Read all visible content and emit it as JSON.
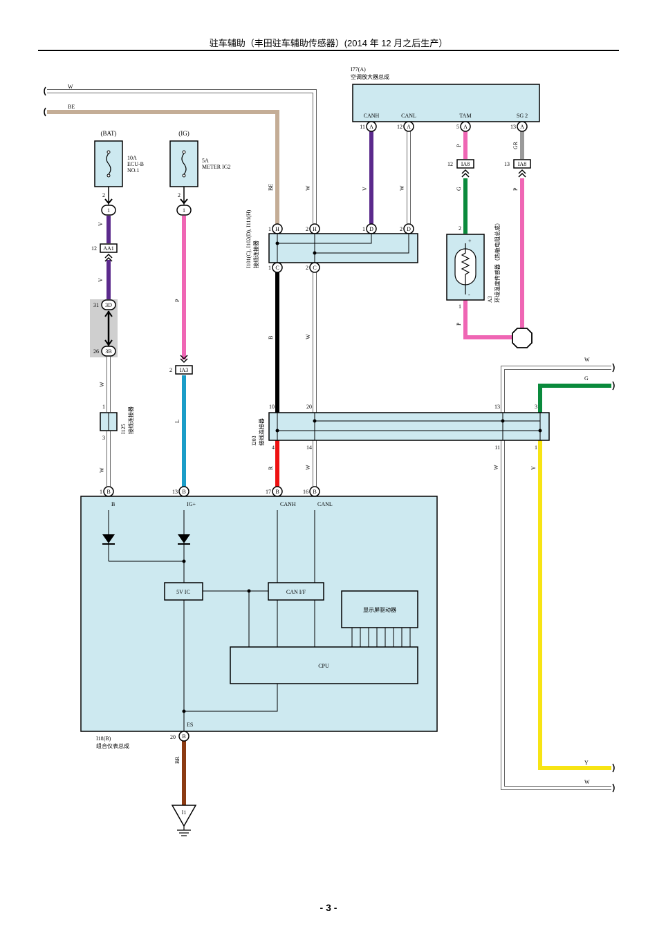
{
  "header": {
    "title": "驻车辅助（丰田驻车辅助传感器）(2014 年 12 月之后生产）"
  },
  "footer": {
    "page_number": "- 3 -"
  },
  "incoming_wires": {
    "top_w": "W",
    "top_be": "BE"
  },
  "fuses": {
    "bat": {
      "source": "(BAT)",
      "rating": "10A",
      "name1": "ECU-B",
      "name2": "NO.1",
      "pin": "2",
      "terminal": "1"
    },
    "ig": {
      "source": "(IG)",
      "rating": "5A",
      "name": "METER IG2",
      "pin": "2",
      "terminal": "1"
    }
  },
  "ac_amplifier": {
    "code": "I77(A)",
    "name": "空调放大器总成",
    "pins": [
      {
        "label": "CANH",
        "num": "11",
        "conn": "A"
      },
      {
        "label": "CANL",
        "num": "12",
        "conn": "A"
      },
      {
        "label": "TAM",
        "num": "5",
        "conn": "A"
      },
      {
        "label": "SG 2",
        "num": "13",
        "conn": "A"
      }
    ]
  },
  "junction_top": {
    "code": "I101(C), I102(D), I111(H)",
    "name": "接线连接器",
    "pins_top": [
      {
        "num": "1",
        "conn": "H"
      },
      {
        "num": "2",
        "conn": "H"
      },
      {
        "num": "1",
        "conn": "D"
      },
      {
        "num": "2",
        "conn": "D"
      }
    ],
    "pins_bottom": [
      {
        "num": "1",
        "conn": "C"
      },
      {
        "num": "2",
        "conn": "C"
      }
    ]
  },
  "connectors": {
    "aa1": {
      "name": "AA1",
      "pin": "12"
    },
    "ia3": {
      "name": "IA3",
      "pin": "2"
    },
    "ia8a": {
      "name": "IA8",
      "pin": "12"
    },
    "ia8b": {
      "name": "IA8",
      "pin": "13"
    },
    "c3d": {
      "name": "3D",
      "pin": "31"
    },
    "c3b": {
      "name": "3B",
      "pin": "26"
    }
  },
  "i125": {
    "code": "I125",
    "name": "接线连接器",
    "pin_top": "1",
    "pin_bottom": "3"
  },
  "ambient_sensor": {
    "code": "A3",
    "name": "环境温度传感器（热敏电阻总成）",
    "pin_top": "2",
    "pin_bottom": "1",
    "plus": "+",
    "minus": "-"
  },
  "junction_i203": {
    "code": "I203",
    "name": "接线连接器",
    "pins_top": [
      "10",
      "20",
      "13",
      "3"
    ],
    "pins_bottom": [
      "4",
      "14",
      "11",
      "1"
    ]
  },
  "wire_colors": {
    "v": "V",
    "p": "P",
    "w": "W",
    "be": "BE",
    "b": "B",
    "l": "L",
    "g": "G",
    "gr": "GR",
    "r": "R",
    "y": "Y",
    "br": "BR"
  },
  "right_wires": {
    "w1": "W",
    "g": "G",
    "y": "Y",
    "w2": "W"
  },
  "meter": {
    "code": "I18(B)",
    "name": "组合仪表总成",
    "pins": [
      {
        "num": "1",
        "conn": "B",
        "label": "B"
      },
      {
        "num": "13",
        "conn": "B",
        "label": "IG+"
      },
      {
        "num": "17",
        "conn": "B",
        "label": "CANH"
      },
      {
        "num": "16",
        "conn": "B",
        "label": "CANL"
      }
    ],
    "es_pin": {
      "num": "20",
      "conn": "B",
      "label": "ES"
    },
    "blocks": {
      "vic": "5V IC",
      "can": "CAN I/F",
      "display": "显示屏驱动器",
      "cpu": "CPU"
    }
  },
  "ground": {
    "name": "I1"
  },
  "colors": {
    "violet": "#5b2a8c",
    "pink": "#ef66b4",
    "beige": "#c4ad96",
    "black": "#000000",
    "blue": "#1a9dc8",
    "green": "#0a8a3c",
    "gray": "#9a9a9a",
    "red": "#ee1111",
    "yellow": "#f7e414",
    "brown": "#8b3a12",
    "white_wire": "#ffffff",
    "box_fill": "#cde9f0",
    "gray_box": "#cfcfcf"
  }
}
